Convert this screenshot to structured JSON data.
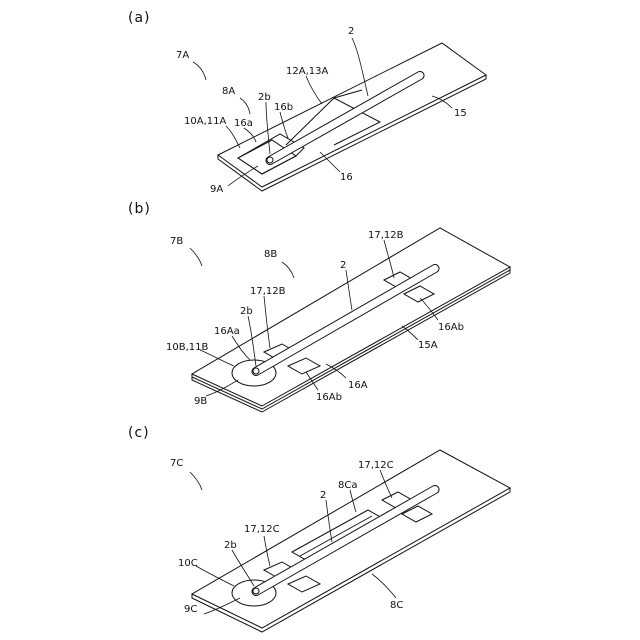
{
  "panels": [
    {
      "tag": "(a)",
      "labels": {
        "l7A": "7A",
        "l8A": "8A",
        "l2": "2",
        "l12A13A": "12A,13A",
        "l2b": "2b",
        "l16b": "16b",
        "l10A11A": "10A,11A",
        "l16a": "16a",
        "l15": "15",
        "l16": "16",
        "l9A": "9A"
      }
    },
    {
      "tag": "(b)",
      "labels": {
        "l7B": "7B",
        "l8B": "8B",
        "l17_12B_top": "17,12B",
        "l2": "2",
        "l17_12B_mid": "17,12B",
        "l2b": "2b",
        "l16Aa": "16Aa",
        "l10B11B": "10B,11B",
        "l16Ab_right": "16Ab",
        "l15A": "15A",
        "l16A": "16A",
        "l9B": "9B",
        "l16Ab_bottom": "16Ab"
      }
    },
    {
      "tag": "(c)",
      "labels": {
        "l7C": "7C",
        "l17_12C_top": "17,12C",
        "l8Ca": "8Ca",
        "l2": "2",
        "l17_12C_left": "17,12C",
        "l2b": "2b",
        "l10C": "10C",
        "l9C": "9C",
        "l8C": "8C"
      }
    }
  ]
}
